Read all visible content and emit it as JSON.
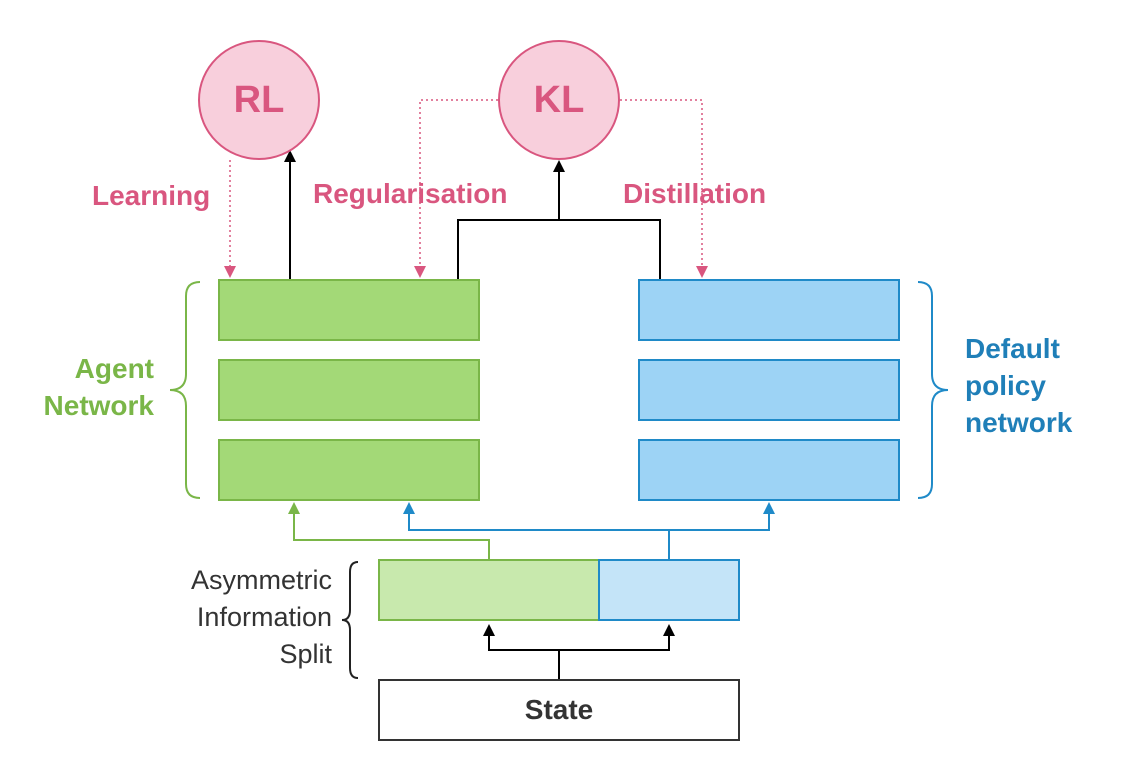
{
  "nodes": {
    "rl": "RL",
    "kl": "KL",
    "state": "State"
  },
  "labels": {
    "learning": "Learning",
    "regularisation": "Regularisation",
    "distillation": "Distillation",
    "agent_network": [
      "Agent",
      "Network"
    ],
    "default_policy_network": [
      "Default",
      "policy",
      "network"
    ],
    "asymmetric_split": [
      "Asymmetric",
      "Information",
      "Split"
    ]
  },
  "colors": {
    "pink": "#d9567f",
    "pink_fill": "#f8cfdc",
    "green": "#7ab648",
    "green_fill": "#a3d977",
    "blue": "#1f8ac8",
    "blue_fill": "#9dd3f5",
    "dark": "#333333"
  }
}
